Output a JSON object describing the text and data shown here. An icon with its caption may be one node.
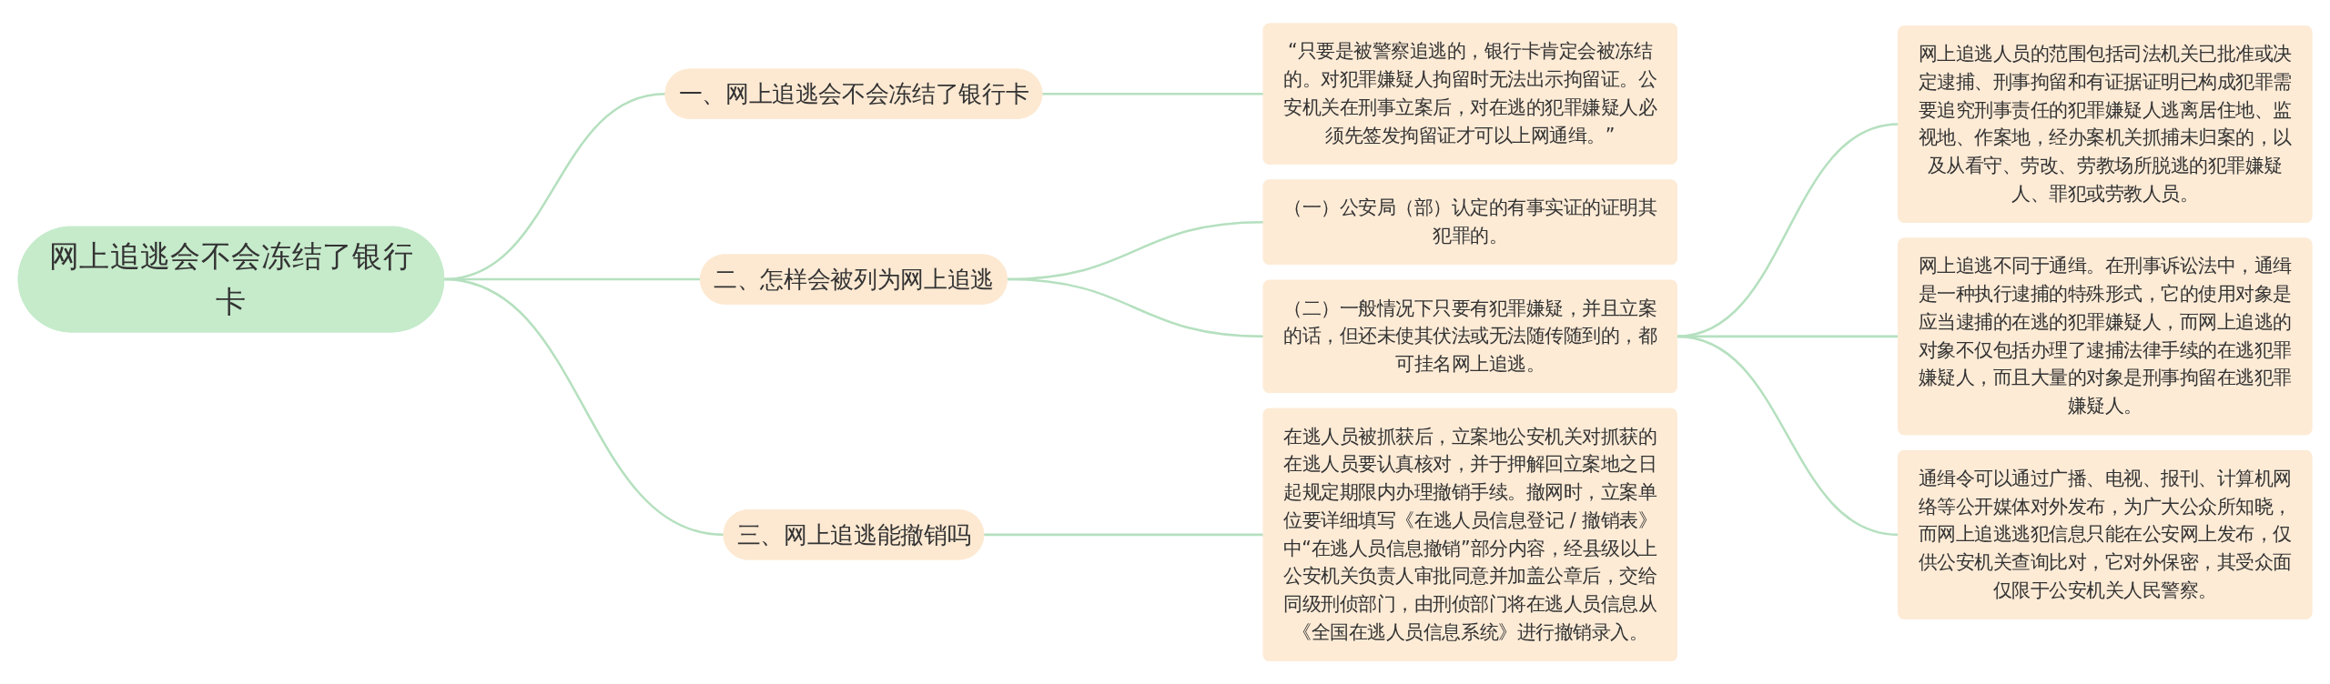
{
  "diagram": {
    "nodes": [
      {
        "text": [
          "网上追逃会不会冻结了银行卡"
        ]
      },
      {
        "text": [
          "一、网上追逃会不会冻结了银行卡"
        ]
      },
      {
        "text": [
          "“只要是被警察追逃的，银行卡肯定会被冻结的。对犯罪嫌疑人拘留时无法出示拘留证。公安机关在刑事立案后，对在逃的犯罪嫌疑人必须先签发拘留证才可以上网通缉。”"
        ]
      },
      {
        "text": [
          "三、网上追逃能撤销吗"
        ]
      },
      {
        "text": [
          "在逃人员被抓获后，立案地公安机关对抓获的在逃人员要认真核对，并于押解回立案地之日起规定期限内办理撤销手续。撤网时，立案单位要详细填写《在逃人员信息登记 / 撤销表》中“在逃人员信息撤销”部分内容，经县级以上公安机关负责人审批同意并加盖公章后，交给同级刑侦部门，由刑侦部门将在逃人员信息从《全国在逃人员信息系统》进行撤销录入。"
        ]
      },
      {
        "text": [
          "二、怎样会被列为网上追逃"
        ]
      },
      {
        "text": [
          "（一）公安局（部）认定的有事实证的证明其犯罪的。"
        ]
      },
      {
        "text": [
          "（二）一般情况下只要有犯罪嫌疑，并且立案的话，但还未使其伏法或无法随传随到的，都可挂名网上追逃。"
        ]
      },
      {
        "text": [
          "网上追逃人员的范围包括司法机关已批准或决定逮捕、刑事拘留和有证据证明已构成犯罪需要追究刑事责任的犯罪嫌疑人逃离居住地、监视地、作案地，经办案机关抓捕未归案的，以及从看守、劳改、劳教场所脱逃的犯罪嫌疑人、罪犯或劳教人员。"
        ]
      },
      {
        "text": [
          "网上追逃不同于通缉。在刑事诉讼法中，通缉是一种执行逮捕的特殊形式，它的使用对象是应当逮捕的在逃的犯罪嫌疑人，而网上追逃的对象不仅包括办理了逮捕法律手续的在逃犯罪嫌疑人，而且大量的对象是刑事拘留在逃犯罪嫌疑人。"
        ]
      },
      {
        "text": [
          "通缉令可以通过广播、电视、报刊、计算机网络等公开媒体对外发布，为广大公众所知晓，而网上追逃逃犯信息只能在公安网上发布，仅供公安机关查询比对，它对外保密，其受众面仅限于公安机关人民警察。"
        ]
      }
    ],
    "edges": [
      {
        "from": 0,
        "to": 1,
        "arrow": "none"
      },
      {
        "from": 1,
        "to": 2,
        "arrow": "none"
      },
      {
        "from": 0,
        "to": 3,
        "arrow": "none"
      },
      {
        "from": 3,
        "to": 4,
        "arrow": "none"
      },
      {
        "from": 0,
        "to": 5,
        "arrow": "none"
      },
      {
        "from": 5,
        "to": 6,
        "arrow": "none"
      },
      {
        "from": 5,
        "to": 7,
        "arrow": "none"
      },
      {
        "from": 7,
        "to": 8,
        "arrow": "none"
      },
      {
        "from": 7,
        "to": 9,
        "arrow": "none"
      },
      {
        "from": 7,
        "to": 10,
        "arrow": "none"
      }
    ]
  }
}
